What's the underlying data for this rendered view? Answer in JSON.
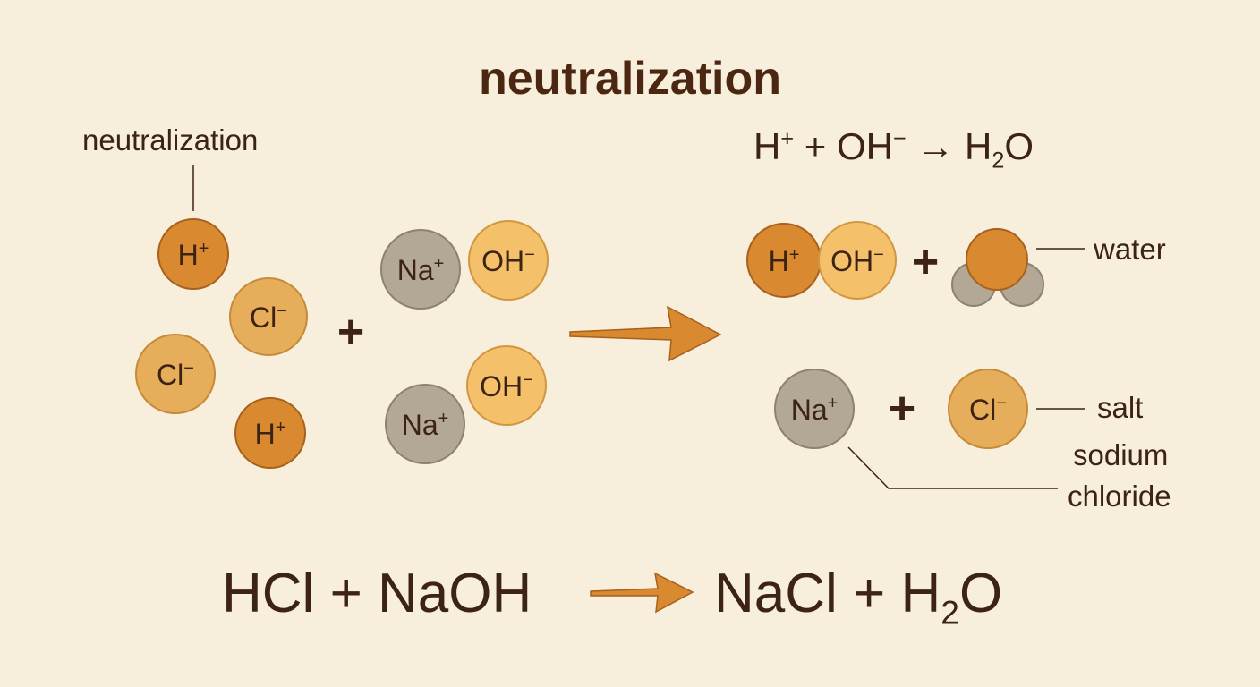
{
  "title": "neutralization",
  "reactant_label": "neutralization",
  "ionic_equation": {
    "h": "H",
    "h_charge": "+",
    "plus": "+",
    "oh": "OH",
    "oh_charge": "−",
    "arrow": "→",
    "water_h": "H",
    "water_sub": "2",
    "water_o": "O"
  },
  "ions": {
    "h_plus": {
      "symbol": "H",
      "charge": "+"
    },
    "cl_minus": {
      "symbol": "Cl",
      "charge": "−"
    },
    "na_plus": {
      "symbol": "Na",
      "charge": "+"
    },
    "oh_minus": {
      "symbol": "OH",
      "charge": "−"
    }
  },
  "plus_sign": "+",
  "water_label": "water",
  "salt_label": "salt",
  "sodium_chloride_label_line1": "sodium",
  "sodium_chloride_label_line2": "chloride",
  "overall_equation": {
    "reactant1": "HCl",
    "plus1": "+",
    "reactant2": "NaOH",
    "product1": "NaCl",
    "plus2": "+",
    "product2_h": "H",
    "product2_sub": "2",
    "product2_o": "O"
  },
  "colors": {
    "background": "#f7eedb",
    "h_ion": "#d98a30",
    "cl_ion": "#e6ad5a",
    "oh_ion": "#f4c06a",
    "na_ion": "#b3a896",
    "arrow": "#d98a30",
    "text": "#3c2313"
  }
}
